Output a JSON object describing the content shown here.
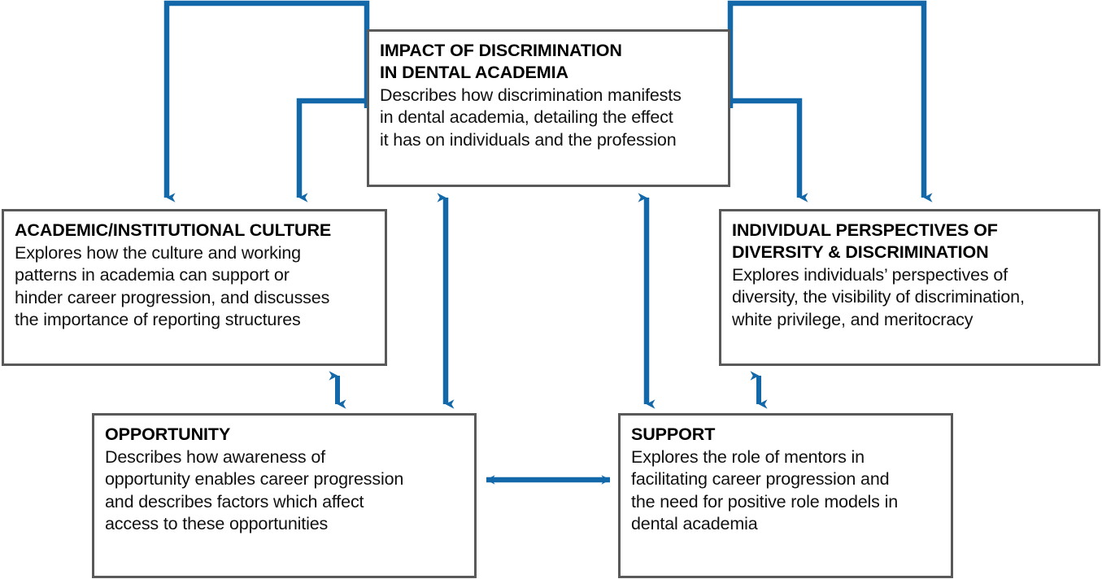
{
  "diagram": {
    "type": "flow-diagram",
    "accent_color": "#1268A8",
    "border_color": "#595959",
    "background_color": "#FFFFFF",
    "nodes": [
      {
        "id": "impact",
        "title": "IMPACT OF DISCRIMINATION\nIN DENTAL ACADEMIA",
        "body": "Describes how discrimination manifests\nin dental academia, detailing the effect\nit has on individuals and the profession"
      },
      {
        "id": "culture",
        "title": "ACADEMIC/INSTITUTIONAL CULTURE",
        "body": "Explores how the culture and working\npatterns in academia can support or\nhinder career progression, and discusses\nthe importance of reporting structures"
      },
      {
        "id": "individual",
        "title": "INDIVIDUAL PERSPECTIVES OF\nDIVERSITY & DISCRIMINATION",
        "body": "Explores individuals’ perspectives of\ndiversity, the visibility of discrimination,\nwhite privilege, and meritocracy"
      },
      {
        "id": "opportunity",
        "title": "OPPORTUNITY",
        "body": "Describes how awareness of\nopportunity enables career progression\nand describes factors which affect\naccess to these opportunities"
      },
      {
        "id": "support",
        "title": "SUPPORT",
        "body": "Explores the role of mentors in\nfacilitating career progression and\nthe need for positive role models in\ndental academia"
      }
    ],
    "connectors": [
      {
        "id": "impact-to-culture-outer",
        "from": "impact",
        "to": "culture",
        "style": "elbow",
        "arrowheads": "end"
      },
      {
        "id": "impact-to-culture-inner",
        "from": "impact",
        "to": "culture",
        "style": "elbow",
        "arrowheads": "end"
      },
      {
        "id": "impact-to-individual-outer",
        "from": "impact",
        "to": "individual",
        "style": "elbow",
        "arrowheads": "end"
      },
      {
        "id": "impact-to-individual-inner",
        "from": "impact",
        "to": "individual",
        "style": "elbow",
        "arrowheads": "end"
      },
      {
        "id": "impact-opportunity",
        "from": "impact",
        "to": "opportunity",
        "style": "straight-vertical",
        "arrowheads": "both"
      },
      {
        "id": "impact-support",
        "from": "impact",
        "to": "support",
        "style": "straight-vertical",
        "arrowheads": "both"
      },
      {
        "id": "culture-opportunity",
        "from": "culture",
        "to": "opportunity",
        "style": "straight-vertical",
        "arrowheads": "both"
      },
      {
        "id": "individual-support",
        "from": "individual",
        "to": "support",
        "style": "straight-vertical",
        "arrowheads": "both"
      },
      {
        "id": "opportunity-support",
        "from": "opportunity",
        "to": "support",
        "style": "straight-horizontal",
        "arrowheads": "both"
      }
    ]
  }
}
